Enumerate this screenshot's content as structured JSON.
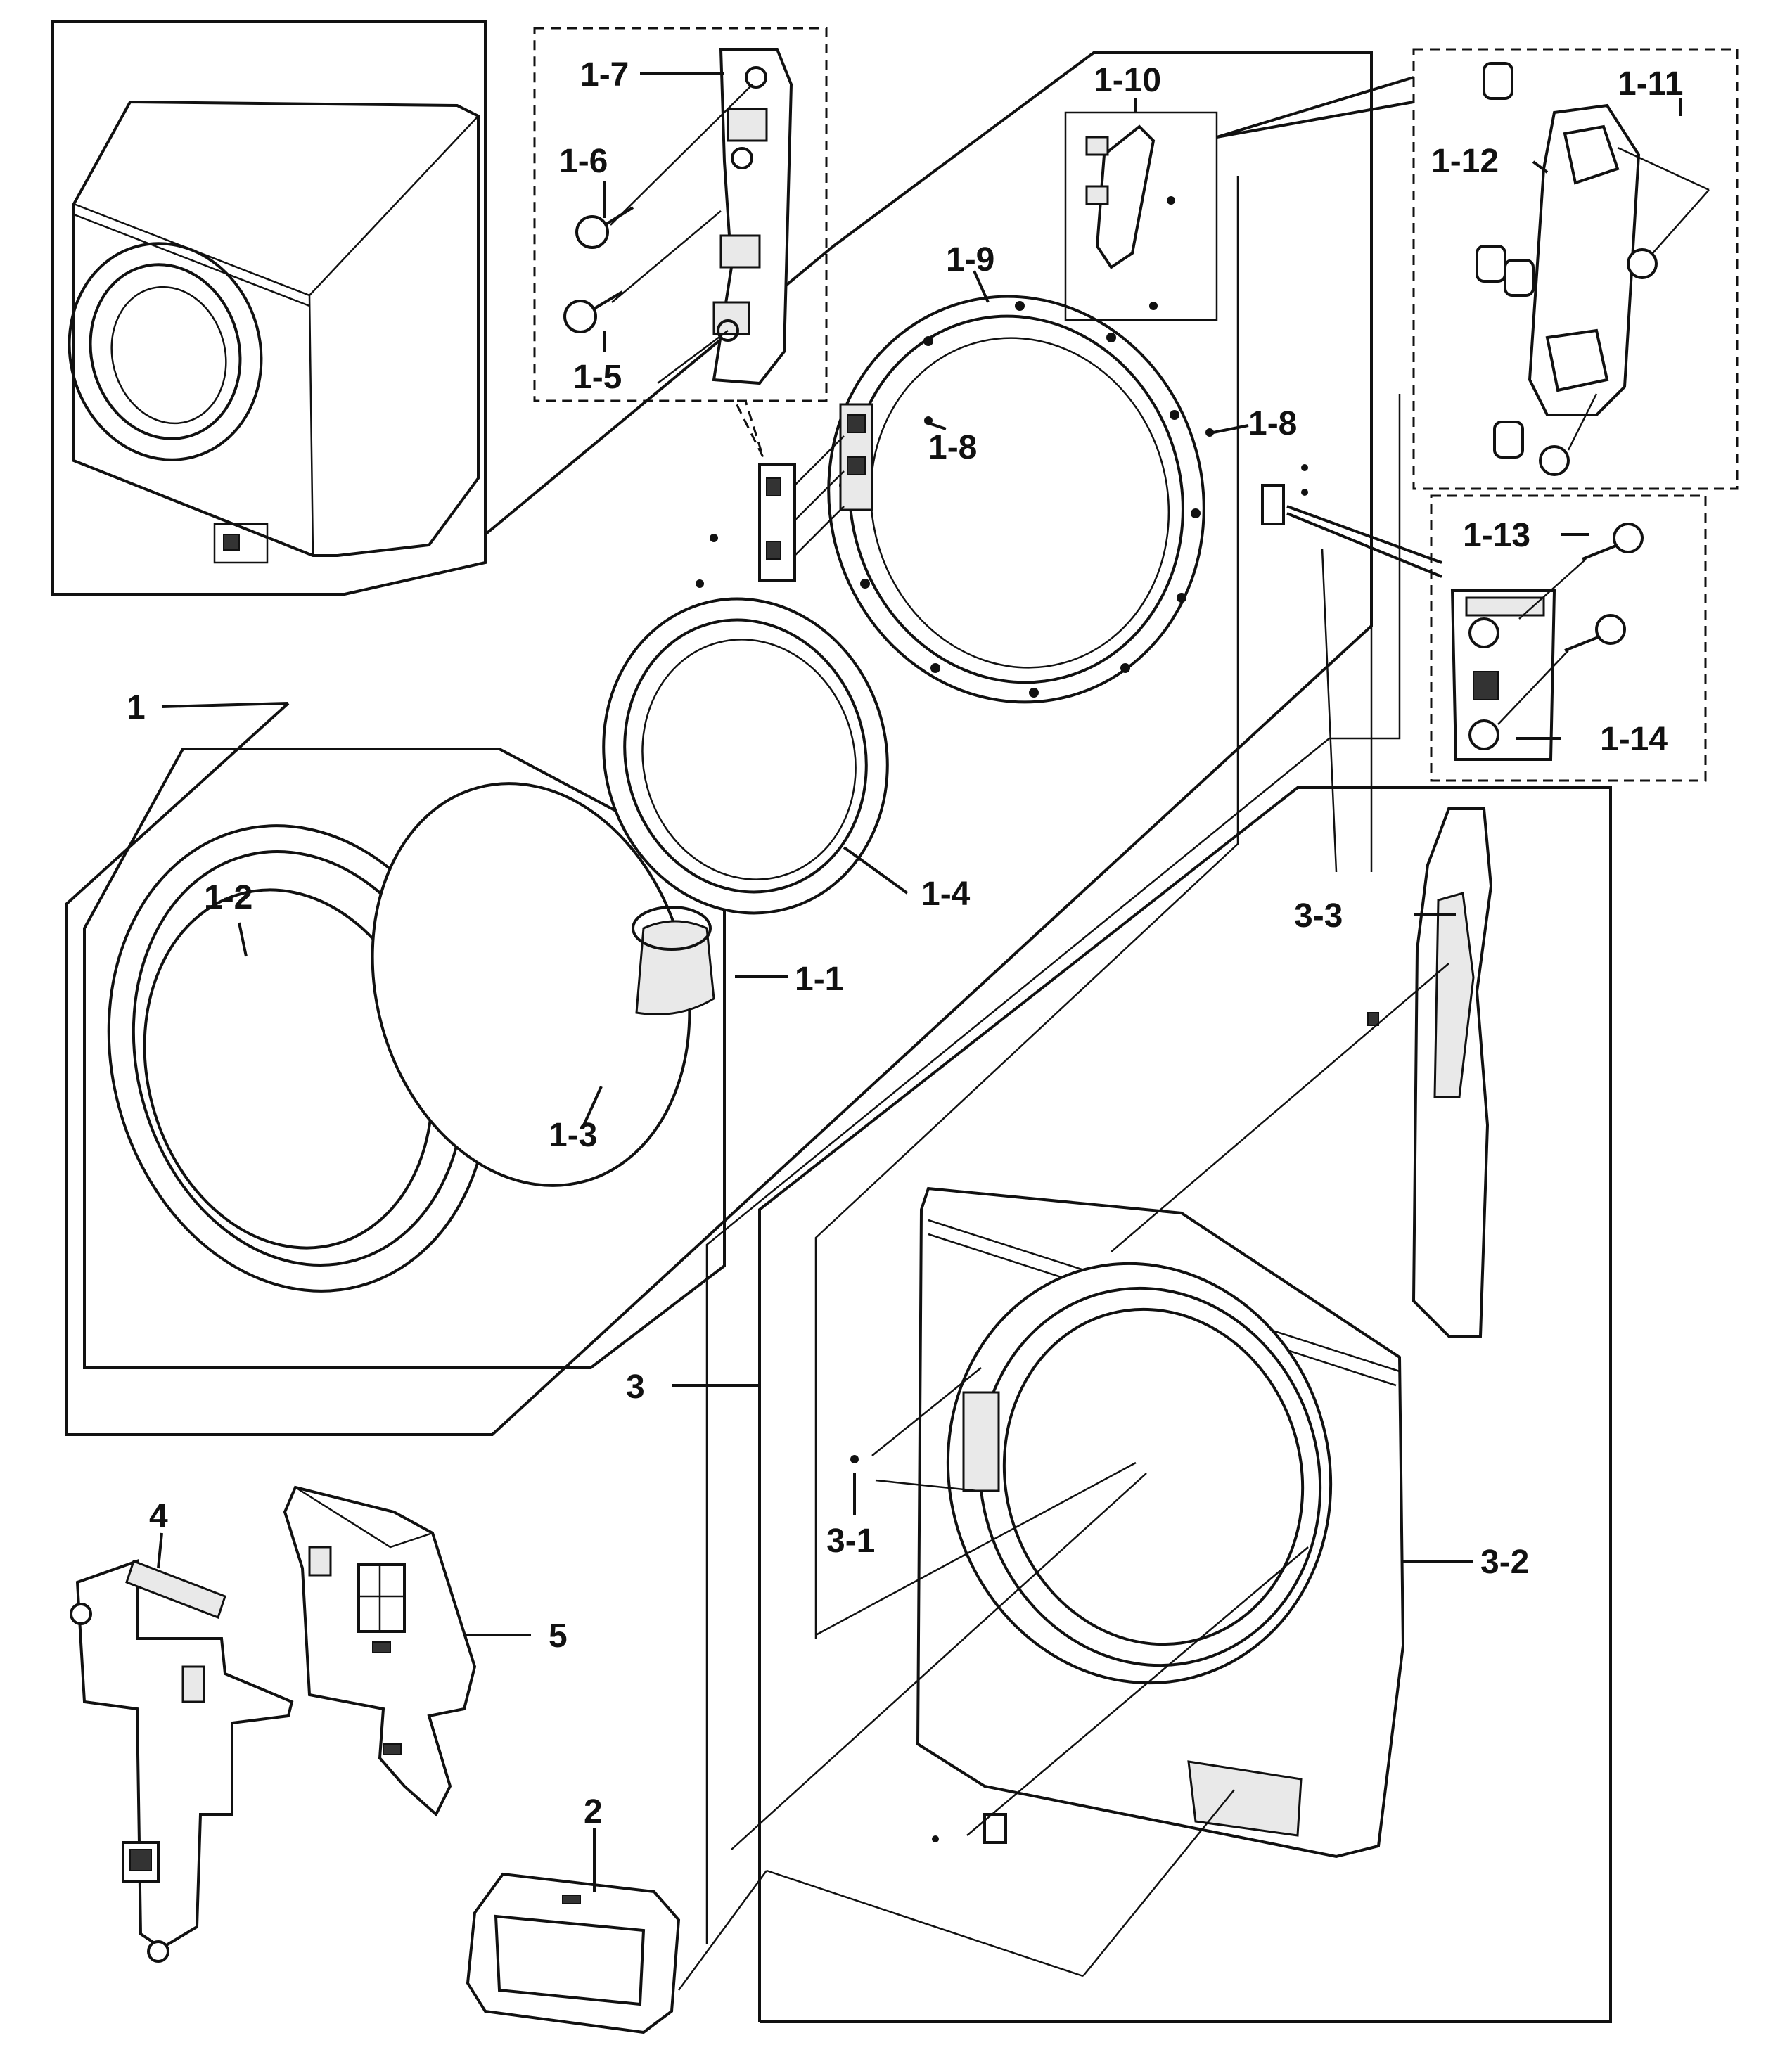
{
  "diagram": {
    "type": "exploded-parts-diagram",
    "callouts": {
      "c1": "1",
      "c1_1": "1-1",
      "c1_2": "1-2",
      "c1_3": "1-3",
      "c1_4": "1-4",
      "c1_5": "1-5",
      "c1_6": "1-6",
      "c1_7": "1-7",
      "c1_8a": "1-8",
      "c1_8b": "1-8",
      "c1_9": "1-9",
      "c1_10": "1-10",
      "c1_11": "1-11",
      "c1_12": "1-12",
      "c1_13": "1-13",
      "c1_14": "1-14",
      "c2": "2",
      "c3": "3",
      "c3_1": "3-1",
      "c3_2": "3-2",
      "c3_3": "3-3",
      "c4": "4",
      "c5": "5"
    }
  }
}
